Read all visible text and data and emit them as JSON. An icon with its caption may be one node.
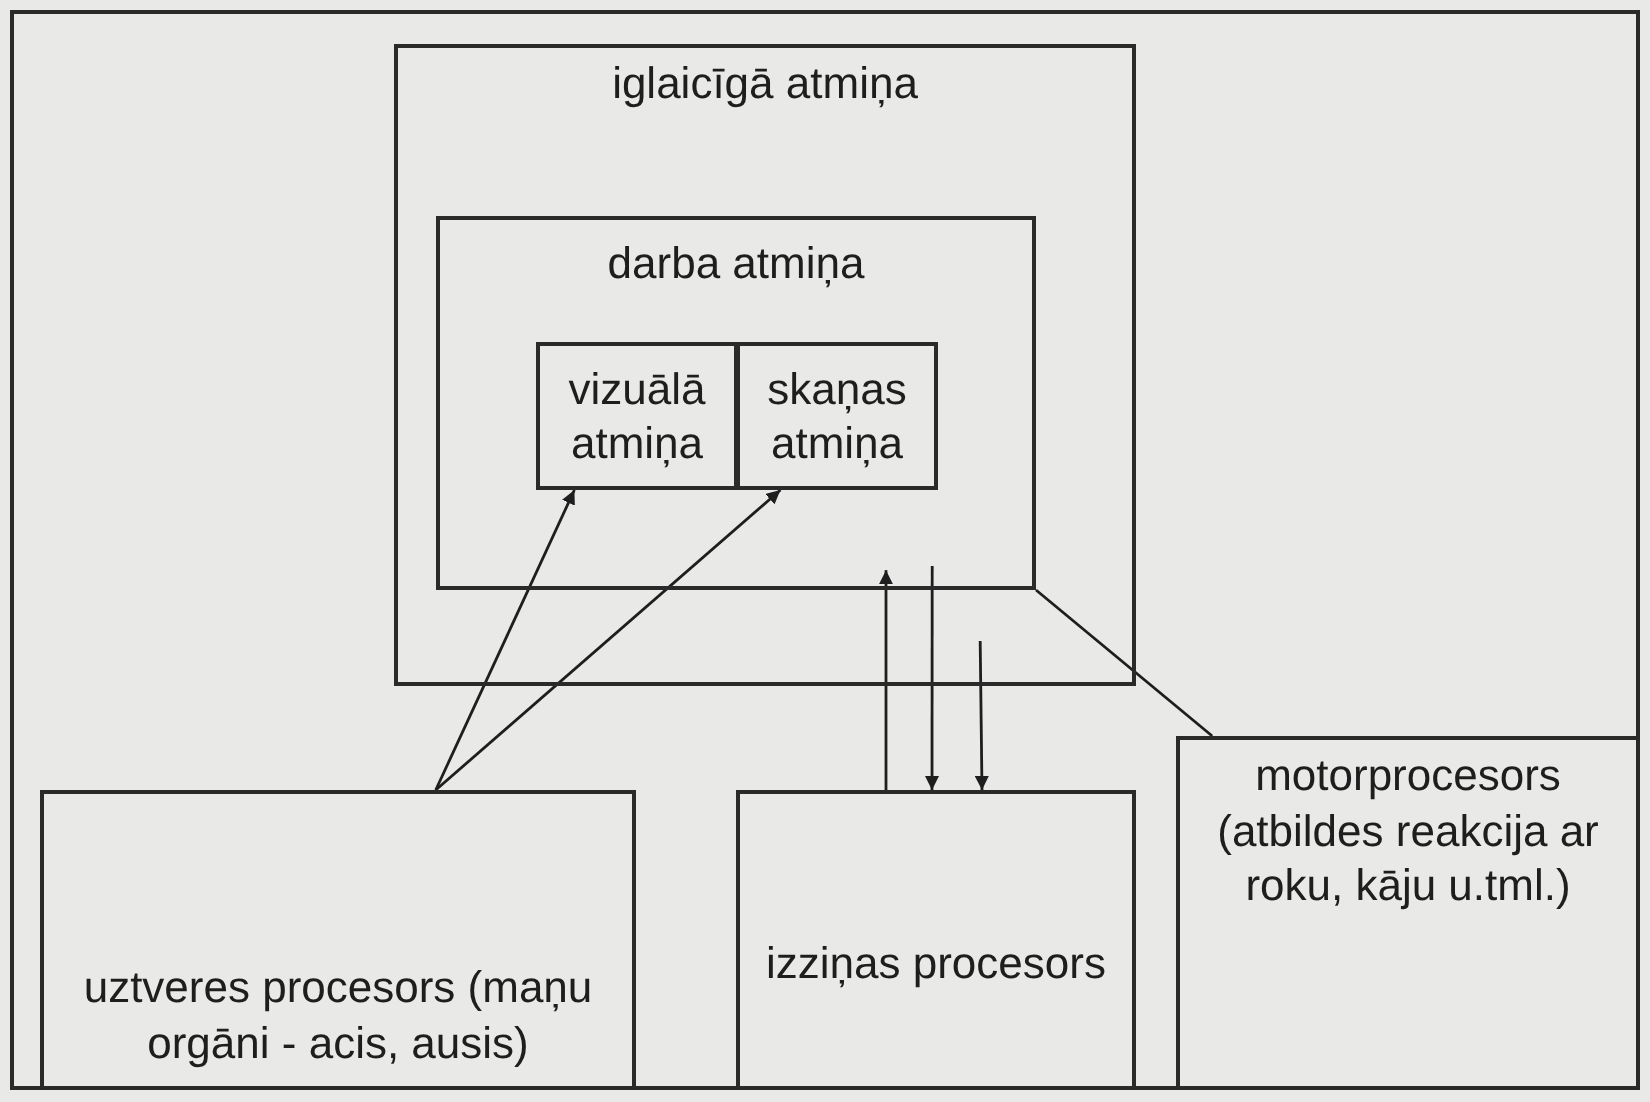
{
  "diagram": {
    "nodes": [
      {
        "text": [
          "iglaicīgā atmiņa"
        ]
      },
      {
        "text": [
          "darba atmiņa"
        ],
        "in": 0
      },
      {
        "text": [
          "vizuālā atmiņa"
        ],
        "in": 1
      },
      {
        "text": [
          "skaņas atmiņa"
        ],
        "in": 1
      },
      {
        "text": [
          "uztveres procesors (maņu orgāni - acis, ausis)"
        ]
      },
      {
        "text": [
          "izziņas procesors"
        ]
      },
      {
        "text": [
          "motorprocesors (atbildes reakcija ar roku, kāju u.tml.)"
        ]
      }
    ],
    "edges": [
      {
        "from": 4,
        "to": 2,
        "arrow": "to"
      },
      {
        "from": 4,
        "to": 3,
        "arrow": "to"
      },
      {
        "from": 5,
        "to": 1,
        "arrow": "to"
      },
      {
        "from": 1,
        "to": 5,
        "arrow": "to"
      },
      {
        "from": 0,
        "to": 5,
        "arrow": "to"
      },
      {
        "from": 1,
        "to": 6,
        "arrow": "none"
      }
    ]
  }
}
